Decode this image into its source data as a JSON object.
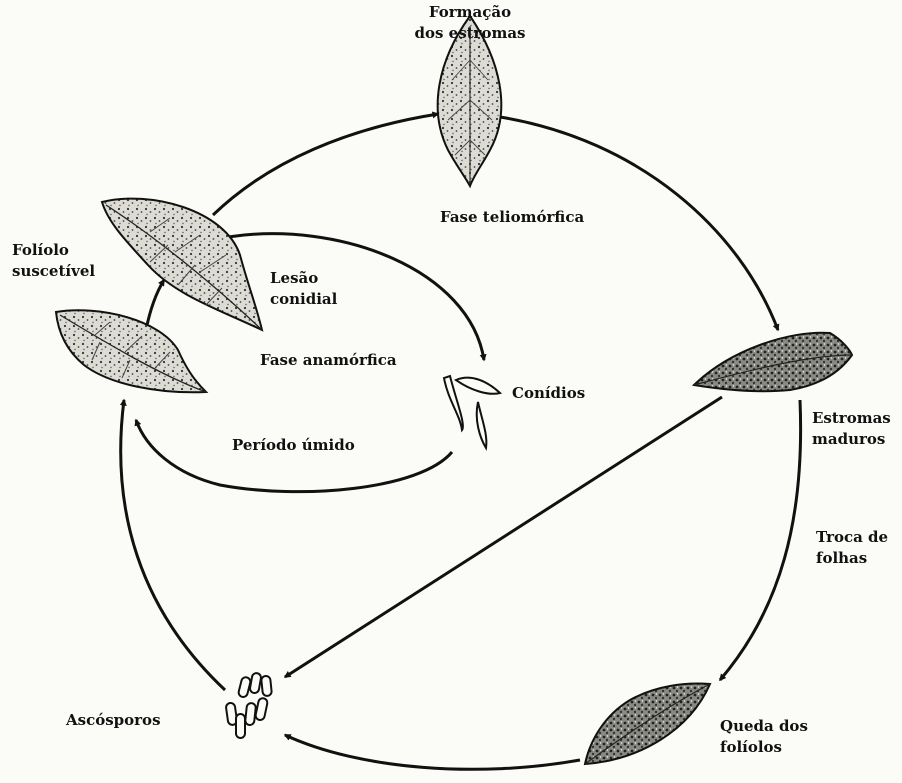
{
  "labels": {
    "stroma_formation": [
      "Formação",
      "dos estromas"
    ],
    "teliomorphic_phase": "Fase teliomórfica",
    "susceptible_leaflet": [
      "Folíolo",
      "suscetível"
    ],
    "conidial_lesion": [
      "Lesão",
      "conidial"
    ],
    "anamorphic_phase": "Fase anamórfica",
    "conidia": "Conídios",
    "wet_period": "Período úmido",
    "mature_stromata": [
      "Estromas",
      "maduros"
    ],
    "leaf_change": [
      "Troca de",
      "folhas"
    ],
    "ascospores": "Ascósporos",
    "leaflet_fall": [
      "Queda dos",
      "folíolos"
    ]
  },
  "colors": {
    "ink": "#111111",
    "leaf_fill": "#d9d9d2",
    "paper": "#fbfbf8"
  }
}
